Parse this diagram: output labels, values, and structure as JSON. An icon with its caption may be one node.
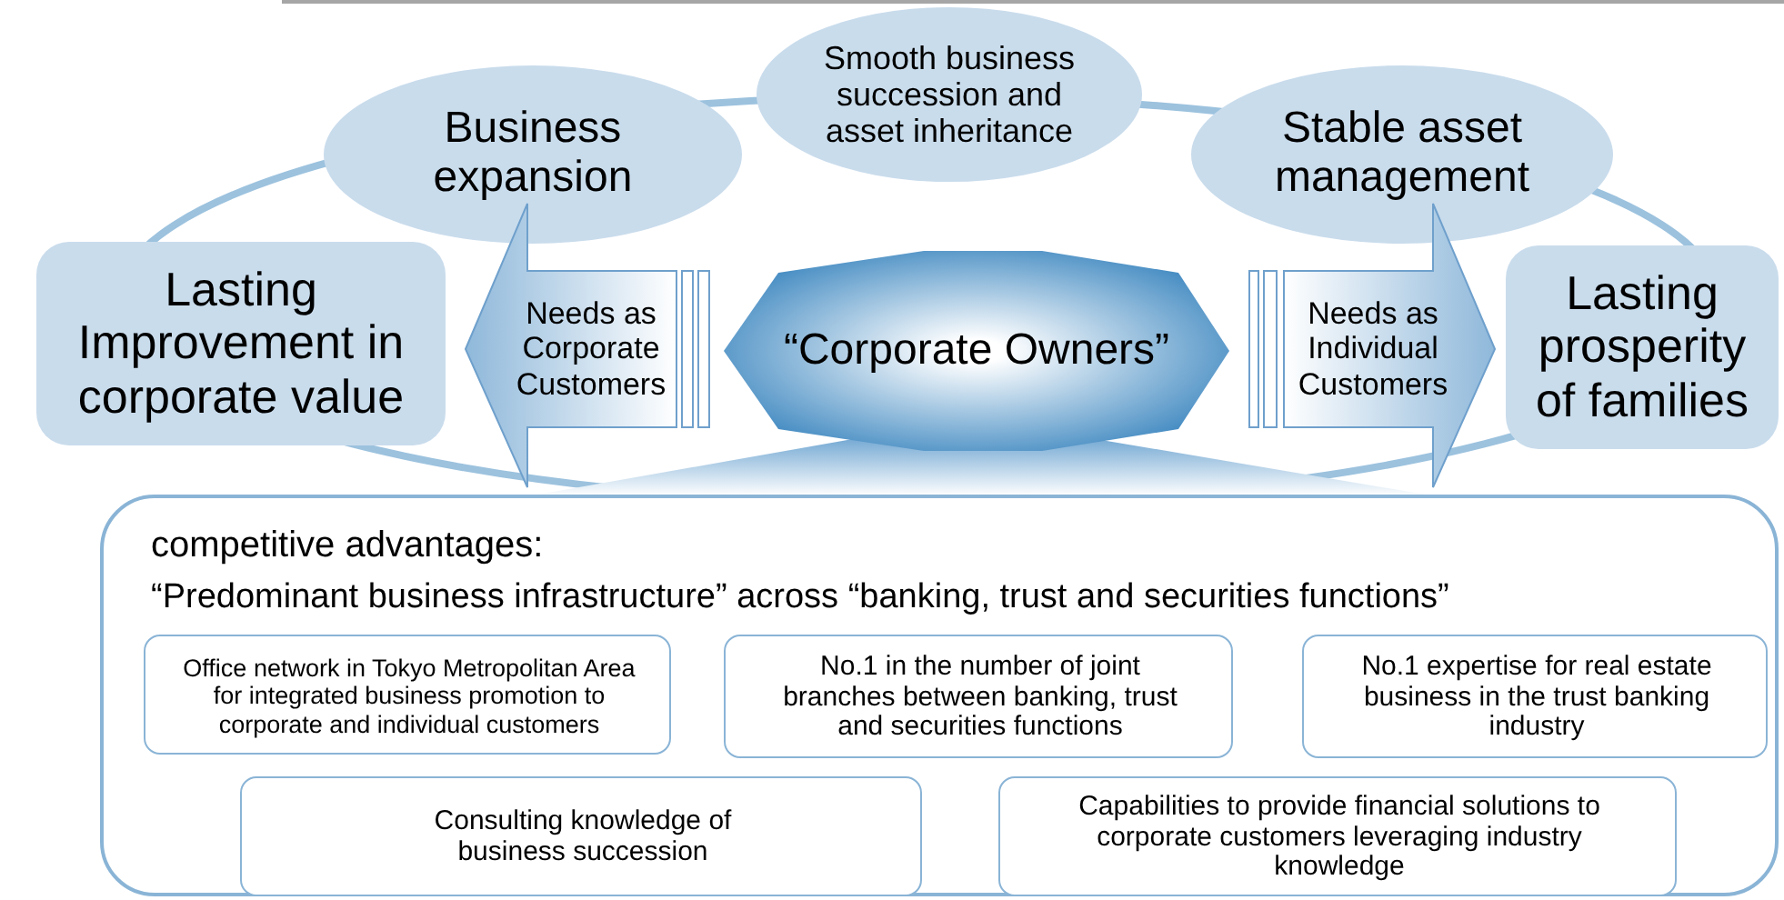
{
  "diagram": {
    "nodes": [
      {
        "text": [
          "Lasting Improvement in corporate value"
        ]
      },
      {
        "text": [
          "Business expansion"
        ]
      },
      {
        "text": [
          "Smooth business succession and asset inheritance"
        ]
      },
      {
        "text": [
          "Stable asset management"
        ]
      },
      {
        "text": [
          "Lasting prosperity of families"
        ]
      },
      {
        "text": [
          "“Corporate Owners”"
        ]
      },
      {
        "text": [
          "Needs as Corporate Customers"
        ]
      },
      {
        "text": [
          "Needs as Individual Customers"
        ]
      },
      {
        "text": [
          "competitive advantages:",
          "“Predominant business infrastructure” across “banking, trust and securities functions”"
        ]
      },
      {
        "text": [
          "Office network in Tokyo Metropolitan Area for integrated business promotion to corporate and individual customers"
        ],
        "in": 8
      },
      {
        "text": [
          "No.1 in the number of joint branches between banking, trust and securities functions"
        ],
        "in": 8
      },
      {
        "text": [
          "No.1 expertise for real estate business in the trust banking industry"
        ],
        "in": 8
      },
      {
        "text": [
          "Consulting knowledge of business succession"
        ],
        "in": 8
      },
      {
        "text": [
          "Capabilities to provide financial solutions to corporate customers leveraging industry knowledge"
        ],
        "in": 8
      },
      {
        "text": [],
        "shape": "trapezoid"
      }
    ],
    "edges": []
  }
}
